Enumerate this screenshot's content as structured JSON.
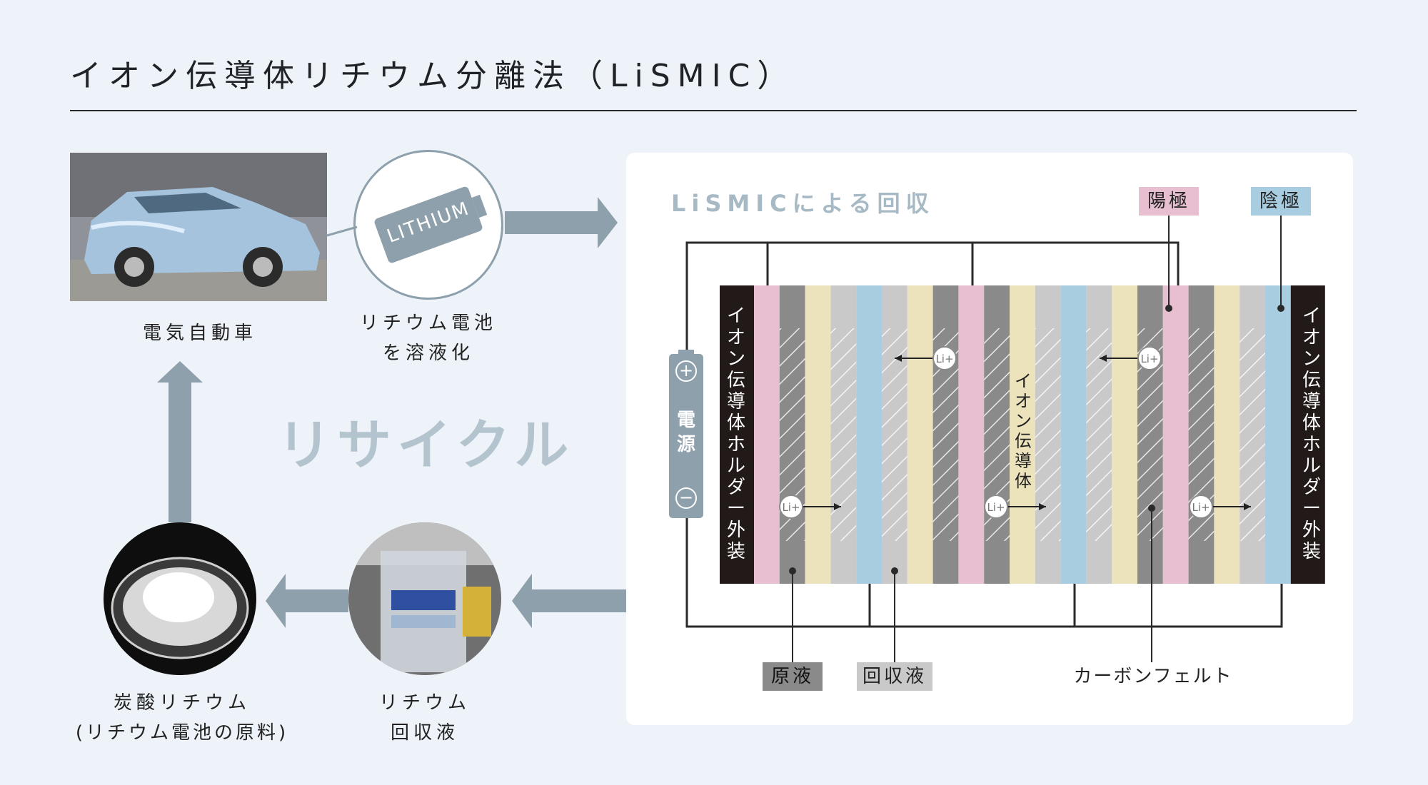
{
  "title": "イオン伝導体リチウム分離法（LiSMIC）",
  "left": {
    "car_caption": "電気自動車",
    "battery_label": "LITHIUM",
    "dissolve_caption_1": "リチウム電池",
    "dissolve_caption_2": "を溶液化",
    "recycle_label": "リサイクル",
    "carbonate_caption_1": "炭酸リチウム",
    "carbonate_caption_2": "(リチウム電池の原料)",
    "recovered_caption_1": "リチウム",
    "recovered_caption_2": "回収液"
  },
  "panel": {
    "title": "LiSMICによる回収",
    "anode_label": "陽極",
    "cathode_label": "陰極",
    "power_label": "電源",
    "plus_symbol": "+",
    "minus_symbol": "−",
    "holder_left": "イオン伝導体ホルダー外装",
    "holder_right": "イオン伝導体ホルダー外装",
    "conductor_label": "イオン伝導体",
    "ion_label": "Li+",
    "raw_liquid": "原液",
    "recovered_liquid": "回収液",
    "carbon_felt": "カーボンフェルト"
  },
  "colors": {
    "background": "#edf3f8",
    "arrow": "#8ea0ac",
    "pink": "#e7bfd0",
    "blue": "#a9cde0",
    "cream": "#ece3bd",
    "dark_gray": "#8a8a8a",
    "light_gray": "#c9c9c9",
    "holder": "#221a18",
    "recycle_text": "#b4c4cf"
  }
}
